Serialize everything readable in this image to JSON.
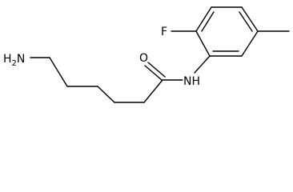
{
  "molecule": {
    "atoms": {
      "amine": {
        "main": "H",
        "sub": "2",
        "tail": "N"
      },
      "oxygen": "O",
      "amide_nh": "NH",
      "fluorine": "F"
    },
    "colors": {
      "bond": "#000000",
      "label": "#000000",
      "background": "#ffffff"
    }
  }
}
